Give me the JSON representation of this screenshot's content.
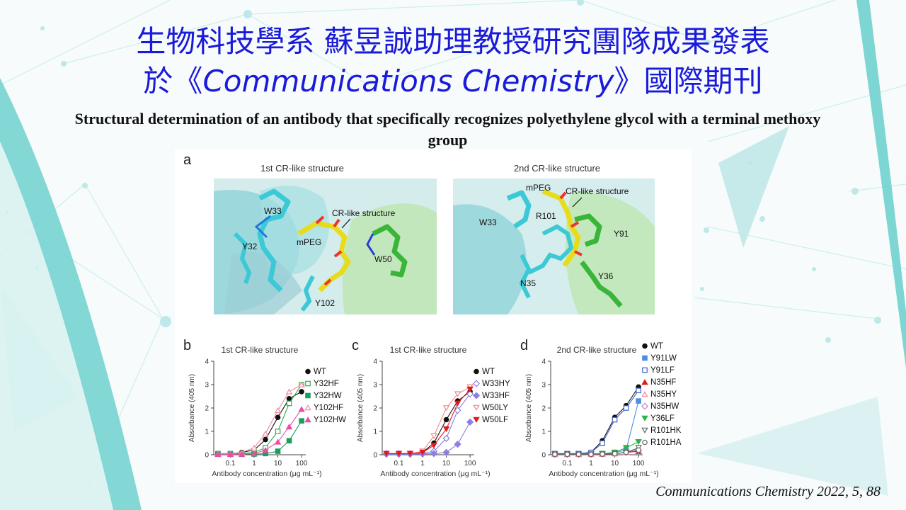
{
  "title_line1": "生物科技學系 蘇昱誠助理教授研究團隊成果發表",
  "title_line2_prefix": "於《",
  "title_line2_journal": "Communications Chemistry",
  "title_line2_suffix": "》國際期刊",
  "paper_title": "Structural determination of an antibody that specifically recognizes polyethylene glycol with a terminal methoxy group",
  "citation": "Communications Chemistry 2022, 5, 88",
  "figure": {
    "panel_a": {
      "letter": "a",
      "left_title": "1st CR-like structure",
      "right_title": "2nd CR-like structure",
      "left_labels": {
        "w33": "W33",
        "cr": "CR-like structure",
        "mpeg": "mPEG",
        "y32": "Y32",
        "w50": "W50",
        "y102": "Y102"
      },
      "right_labels": {
        "mpeg": "mPEG",
        "cr": "CR-like structure",
        "r101": "R101",
        "w33": "W33",
        "y91": "Y91",
        "n35": "N35",
        "y36": "Y36"
      }
    },
    "panel_b_letter": "b",
    "panel_c_letter": "c",
    "panel_d_letter": "d",
    "ylabel": "Absorbance (405 nm)",
    "xlabel": "Antibody concentration (μg mL⁻¹)"
  },
  "chart_data": [
    {
      "type": "line",
      "panel": "b",
      "title": "1st CR-like structure",
      "xlabel": "Antibody concentration (μg mL⁻¹)",
      "ylabel": "Absorbance (405 nm)",
      "xscale": "log",
      "x": [
        0.03,
        0.1,
        0.3,
        1,
        3,
        10,
        30,
        100
      ],
      "xticks": [
        "0.1",
        "1",
        "10",
        "100"
      ],
      "ylim": [
        0,
        4
      ],
      "yticks": [
        "0",
        "1",
        "2",
        "3",
        "4"
      ],
      "legend": "right",
      "series": [
        {
          "name": "WT",
          "color": "#111111",
          "marker": "circle-filled",
          "values": [
            0.05,
            0.05,
            0.1,
            0.2,
            0.65,
            1.6,
            2.4,
            2.7
          ]
        },
        {
          "name": "Y32HF",
          "color": "#2bb24c",
          "marker": "square-open",
          "values": [
            0.05,
            0.05,
            0.05,
            0.1,
            0.3,
            1.0,
            2.2,
            3.0
          ]
        },
        {
          "name": "Y32HW",
          "color": "#1a9f5b",
          "marker": "square-filled",
          "values": [
            0.02,
            0.02,
            0.02,
            0.03,
            0.05,
            0.15,
            0.6,
            1.45
          ]
        },
        {
          "name": "Y102HF",
          "color": "#f08aa0",
          "marker": "triangle-open",
          "values": [
            0.05,
            0.05,
            0.1,
            0.3,
            0.9,
            1.9,
            2.7,
            3.0
          ]
        },
        {
          "name": "Y102HW",
          "color": "#e84ea6",
          "marker": "triangle-filled",
          "values": [
            0.02,
            0.02,
            0.03,
            0.05,
            0.2,
            0.55,
            1.2,
            1.95
          ]
        }
      ]
    },
    {
      "type": "line",
      "panel": "c",
      "title": "1st CR-like structure",
      "xlabel": "Antibody concentration (μg mL⁻¹)",
      "ylabel": "Absorbance (405 nm)",
      "xscale": "log",
      "x": [
        0.03,
        0.1,
        0.3,
        1,
        3,
        10,
        30,
        100
      ],
      "xticks": [
        "0.1",
        "1",
        "10",
        "100"
      ],
      "ylim": [
        0,
        4
      ],
      "yticks": [
        "0",
        "1",
        "2",
        "3",
        "4"
      ],
      "legend": "right",
      "series": [
        {
          "name": "WT",
          "color": "#111111",
          "marker": "circle-filled",
          "values": [
            0.05,
            0.05,
            0.05,
            0.1,
            0.5,
            1.5,
            2.3,
            2.7
          ]
        },
        {
          "name": "W33HY",
          "color": "#8b7fe0",
          "marker": "diamond-open",
          "values": [
            0.05,
            0.05,
            0.05,
            0.05,
            0.15,
            0.7,
            1.9,
            2.6
          ]
        },
        {
          "name": "W33HF",
          "color": "#8b7fe0",
          "marker": "diamond-filled",
          "values": [
            0.02,
            0.02,
            0.02,
            0.03,
            0.05,
            0.1,
            0.45,
            1.4
          ]
        },
        {
          "name": "W50LY",
          "color": "#f08a8a",
          "marker": "triangle-down-open",
          "values": [
            0.05,
            0.05,
            0.05,
            0.15,
            0.8,
            2.0,
            2.6,
            2.9
          ]
        },
        {
          "name": "W50LF",
          "color": "#e31a1c",
          "marker": "triangle-down-filled",
          "values": [
            0.05,
            0.05,
            0.05,
            0.1,
            0.4,
            1.1,
            2.2,
            2.8
          ]
        }
      ]
    },
    {
      "type": "line",
      "panel": "d",
      "title": "2nd CR-like structure",
      "xlabel": "Antibody concentration (μg mL⁻¹)",
      "ylabel": "Absorbance (405 nm)",
      "xscale": "log",
      "x": [
        0.03,
        0.1,
        0.3,
        1,
        3,
        10,
        30,
        100
      ],
      "xticks": [
        "0.1",
        "1",
        "10",
        "100"
      ],
      "ylim": [
        0,
        4
      ],
      "yticks": [
        "0",
        "1",
        "2",
        "3",
        "4"
      ],
      "legend": "right",
      "series": [
        {
          "name": "WT",
          "color": "#111111",
          "marker": "circle-filled",
          "values": [
            0.05,
            0.05,
            0.05,
            0.1,
            0.6,
            1.6,
            2.1,
            2.9
          ]
        },
        {
          "name": "Y91LW",
          "color": "#4a90e2",
          "marker": "square-filled",
          "values": [
            0.05,
            0.05,
            0.05,
            0.05,
            0.05,
            0.1,
            0.2,
            2.3
          ]
        },
        {
          "name": "Y91LF",
          "color": "#3a5fcd",
          "marker": "square-open",
          "values": [
            0.05,
            0.05,
            0.05,
            0.1,
            0.5,
            1.5,
            2.0,
            2.75
          ]
        },
        {
          "name": "N35HF",
          "color": "#e31a1c",
          "marker": "triangle-filled",
          "values": [
            0.02,
            0.02,
            0.02,
            0.02,
            0.03,
            0.05,
            0.1,
            0.15
          ]
        },
        {
          "name": "N35HY",
          "color": "#f08aa0",
          "marker": "triangle-open",
          "values": [
            0.02,
            0.02,
            0.02,
            0.02,
            0.03,
            0.05,
            0.1,
            0.2
          ]
        },
        {
          "name": "N35HW",
          "color": "#c77cd9",
          "marker": "diamond-open",
          "values": [
            0.02,
            0.02,
            0.02,
            0.02,
            0.03,
            0.05,
            0.1,
            0.2
          ]
        },
        {
          "name": "Y36LF",
          "color": "#2bb24c",
          "marker": "triangle-down-filled",
          "values": [
            0.02,
            0.02,
            0.02,
            0.03,
            0.05,
            0.1,
            0.3,
            0.55
          ]
        },
        {
          "name": "R101HK",
          "color": "#666666",
          "marker": "triangle-down-open",
          "values": [
            0.02,
            0.02,
            0.02,
            0.02,
            0.03,
            0.05,
            0.1,
            0.3
          ]
        },
        {
          "name": "R101HA",
          "color": "#666666",
          "marker": "circle-open",
          "values": [
            0.02,
            0.02,
            0.02,
            0.02,
            0.03,
            0.05,
            0.1,
            0.2
          ]
        }
      ]
    }
  ]
}
